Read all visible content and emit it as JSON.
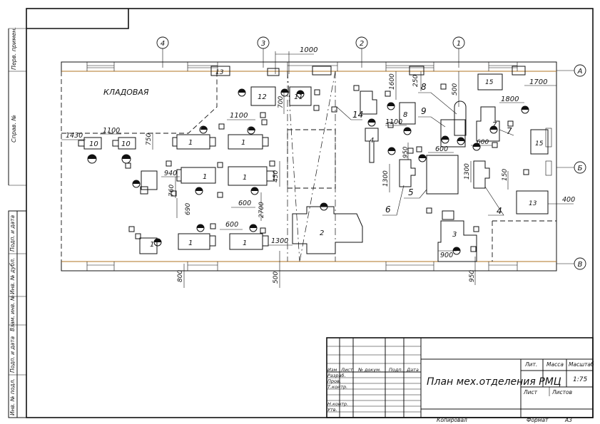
{
  "drawing": {
    "title": "План мех.отделения РМЦ",
    "storeroom_label": "КЛАДОВАЯ",
    "axes_columns": [
      "4",
      "3",
      "2",
      "1"
    ],
    "axes_rows": [
      "А",
      "Б",
      "В"
    ]
  },
  "machines": {
    "m1_a": "1",
    "m1_b": "1",
    "m1_c": "1",
    "m1_d": "1",
    "m1_e": "1",
    "m1_f": "1",
    "m1_g": "1",
    "m2": "2",
    "m3": "3",
    "m4": "4",
    "m7": "7",
    "m8": "8",
    "m10_a": "10",
    "m10_b": "10",
    "m11": "11",
    "m12": "12",
    "m13_a": "13",
    "m13_b": "13",
    "m15_a": "15",
    "m15_b": "15"
  },
  "callouts": {
    "c14": "14",
    "c8": "8",
    "c9": "9",
    "c7": "7",
    "c6": "6",
    "c5": "5",
    "c4": "4"
  },
  "dimensions": {
    "d1000": "1000",
    "d1600": "1600",
    "d250": "250",
    "d500_top": "500",
    "d1700": "1700",
    "d1800": "1800",
    "d700": "700",
    "d1100_a": "1100",
    "d1100_b": "1100",
    "d1100_c": "1100",
    "d1430": "1430",
    "d750": "750",
    "d940": "940",
    "d760": "760",
    "d450": "450",
    "d690": "690",
    "d600_a": "600",
    "d600_b": "600",
    "d600_c": "600",
    "d600_d": "600",
    "d2700": "2700",
    "d1300_a": "1300",
    "d1300_b": "1300",
    "d1300_c": "1300",
    "d950_a": "950",
    "d150": "150",
    "d400": "400",
    "d800": "800",
    "d500_bot": "500",
    "d900": "900",
    "d950_b": "950"
  },
  "title_block": {
    "col_izm": "Изм",
    "col_list": "Лист",
    "col_docnum": "№ докум.",
    "col_sign": "Подп.",
    "col_date": "Дата",
    "row_razrab": "Разраб.",
    "row_prov": "Пров.",
    "row_tkontr": "Т.контр.",
    "row_nkontr": "Н.контр.",
    "row_utv": "Утв.",
    "lit": "Лит.",
    "massa": "Масса",
    "masshtab": "Масштаб",
    "scale_value": "1:75",
    "sheet": "Лист",
    "sheets": "Листов",
    "copied": "Копировал",
    "format_label": "Формат",
    "format_value": "А3"
  },
  "side_stamp": {
    "perv_primen": "Перв. примен.",
    "sprav": "Справ. №",
    "podp_data_1": "Подп. и дата",
    "inv_dubl": "Инв. № дубл.",
    "vzam_inv": "Взам. инв. №",
    "podp_data_2": "Подп. и дата",
    "inv_podl": "Инв. № подл."
  }
}
